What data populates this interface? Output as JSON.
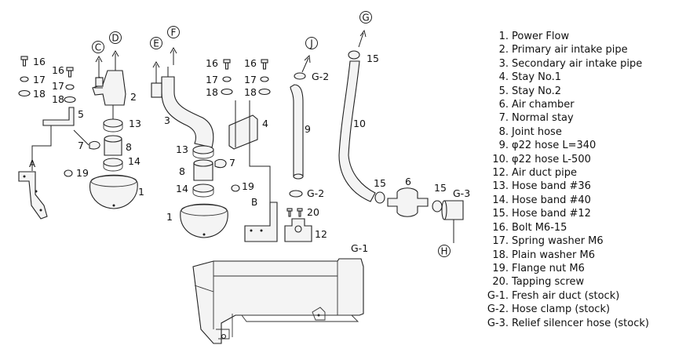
{
  "callouts": {
    "n16a": "16",
    "n17a": "17",
    "n18a": "18",
    "n16b": "16",
    "n17b": "17",
    "n18b": "18",
    "n2": "2",
    "n5": "5",
    "n13a": "13",
    "n8a": "8",
    "n7a": "7",
    "n14a": "14",
    "n19a": "19",
    "n1a": "1",
    "n3": "3",
    "n16c": "16",
    "n17c": "17",
    "n18c": "18",
    "n16d": "16",
    "n17d": "17",
    "n18d": "18",
    "n4": "4",
    "n13b": "13",
    "n8b": "8",
    "n7b": "7",
    "n14b": "14",
    "n19b": "19",
    "n1b": "1",
    "n9": "9",
    "n10": "10",
    "n15a": "15",
    "n15b": "15",
    "n15c": "15",
    "n6": "6",
    "n20": "20",
    "n12": "12",
    "g2a": "G-2",
    "g2b": "G-2",
    "g1": "G-1",
    "g3": "G-3",
    "la": "A",
    "lb": "B",
    "c1": "C",
    "c2": "D",
    "c3": "E",
    "c4": "F",
    "c5": "J",
    "c6": "G",
    "c7": "H"
  },
  "legend": [
    {
      "num": "1.",
      "text": "Power Flow"
    },
    {
      "num": "2.",
      "text": "Primary air intake pipe"
    },
    {
      "num": "3.",
      "text": "Secondary air intake pipe"
    },
    {
      "num": "4.",
      "text": "Stay No.1"
    },
    {
      "num": "5.",
      "text": "Stay No.2"
    },
    {
      "num": "6.",
      "text": "Air chamber"
    },
    {
      "num": "7.",
      "text": "Normal stay"
    },
    {
      "num": "8.",
      "text": "Joint hose"
    },
    {
      "num": "9.",
      "text": "φ22 hose  L=340"
    },
    {
      "num": "10.",
      "text": "φ22 hose  L-500"
    },
    {
      "num": "12.",
      "text": "Air duct pipe"
    },
    {
      "num": "13.",
      "text": "Hose band  #36"
    },
    {
      "num": "14.",
      "text": "Hose band  #40"
    },
    {
      "num": "15.",
      "text": "Hose band  #12"
    },
    {
      "num": "16.",
      "text": "Bolt  M6-15"
    },
    {
      "num": "17.",
      "text": "Spring washer  M6"
    },
    {
      "num": "18.",
      "text": "Plain washer  M6"
    },
    {
      "num": "19.",
      "text": "Flange nut  M6"
    },
    {
      "num": "20.",
      "text": "Tapping screw"
    },
    {
      "num": "G-1.",
      "text": "Fresh air duct (stock)"
    },
    {
      "num": "G-2.",
      "text": "Hose clamp (stock)"
    },
    {
      "num": "G-3.",
      "text": "Relief silencer hose (stock)"
    }
  ]
}
